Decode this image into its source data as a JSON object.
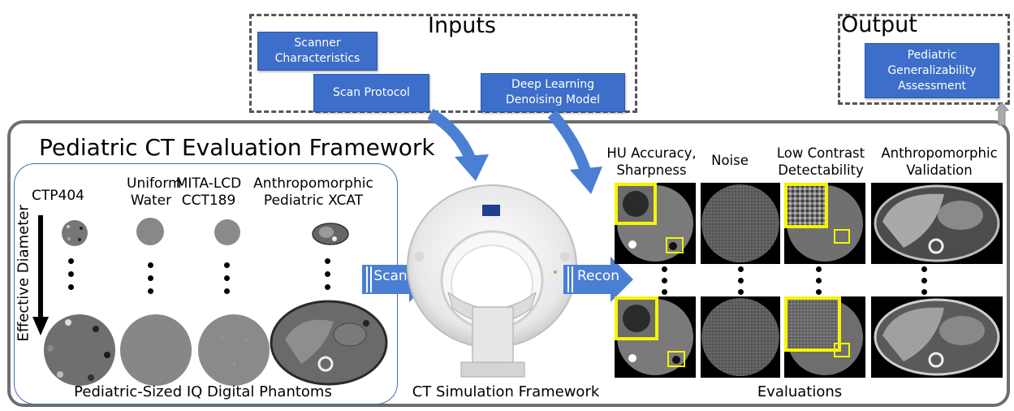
{
  "inputs": {
    "title": "Inputs",
    "items": [
      {
        "label": "Scanner Characteristics"
      },
      {
        "label": "Scan Protocol"
      },
      {
        "label": "Deep Learning Denoising Model"
      }
    ]
  },
  "output": {
    "title": "Output",
    "item": "Pediatric Generalizability Assessment"
  },
  "framework": {
    "title": "Pediatric CT Evaluation Framework"
  },
  "phantoms": {
    "columns": [
      {
        "label": "CTP404"
      },
      {
        "label": "Uniform Water"
      },
      {
        "label": "MITA-LCD CCT189"
      },
      {
        "label": "Anthropomorphic Pediatric XCAT"
      }
    ],
    "axis_label": "Effective Diameter",
    "caption": "Pediatric-Sized IQ Digital Phantoms"
  },
  "simulation": {
    "scan_label": "Scan",
    "recon_label": "Recon",
    "caption": "CT Simulation Framework"
  },
  "evaluations": {
    "columns": [
      {
        "label": "HU Accuracy, Sharpness"
      },
      {
        "label": "Noise"
      },
      {
        "label": "Low Contrast Detectability"
      },
      {
        "label": "Anthropomorphic Validation"
      }
    ],
    "caption": "Evaluations"
  },
  "colors": {
    "box_blue": "#3d6ec9",
    "arrow_blue": "#4a7fd4",
    "highlight_yellow": "#f5f500",
    "frame_gray": "#6e6e6e",
    "panel_blue": "#3f6db8"
  }
}
